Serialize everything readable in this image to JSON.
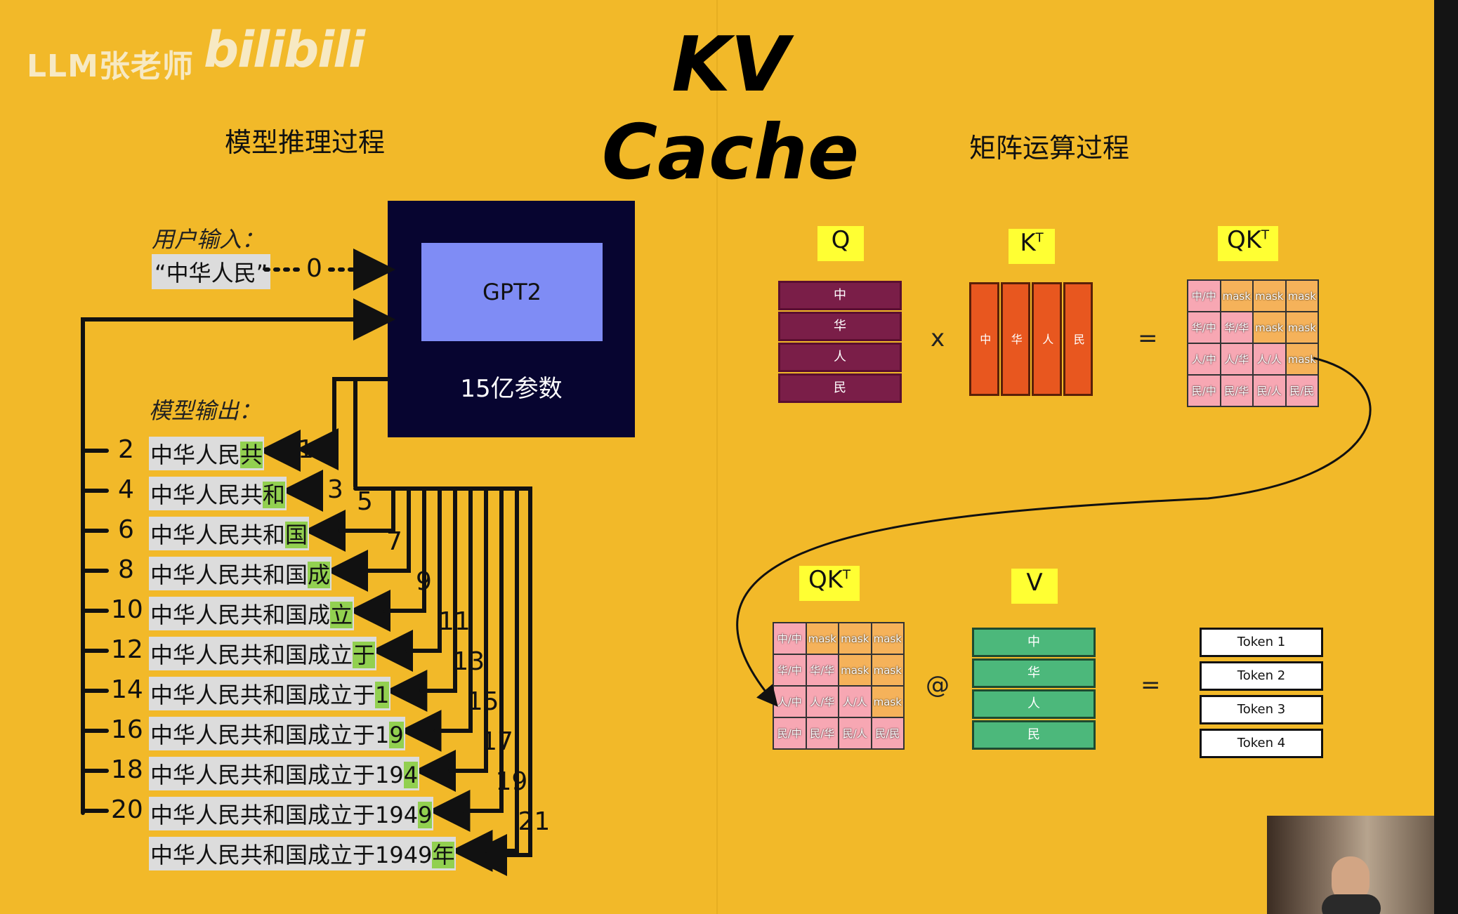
{
  "brand": {
    "name": "LLM张老师",
    "logo": "bilibili"
  },
  "title": "KV Cache",
  "left": {
    "subtitle": "模型推理过程",
    "user_input_label": "用户输入：",
    "user_input_value": "“中华人民”",
    "input_step": "0",
    "model": {
      "name": "GPT2",
      "params": "15亿参数"
    },
    "output_label": "模型输出：",
    "rows": [
      {
        "left_num": "2",
        "prefix": "中华人民",
        "new": "共",
        "right_num": "1"
      },
      {
        "left_num": "4",
        "prefix": "中华人民共",
        "new": "和",
        "right_num": "3"
      },
      {
        "left_num": "6",
        "prefix": "中华人民共和",
        "new": "国",
        "right_num": "5"
      },
      {
        "left_num": "8",
        "prefix": "中华人民共和国",
        "new": "成",
        "right_num": "7"
      },
      {
        "left_num": "10",
        "prefix": "中华人民共和国成",
        "new": "立",
        "right_num": "9"
      },
      {
        "left_num": "12",
        "prefix": "中华人民共和国成立",
        "new": "于",
        "right_num": "11"
      },
      {
        "left_num": "14",
        "prefix": "中华人民共和国成立于",
        "new": "1",
        "right_num": "13"
      },
      {
        "left_num": "16",
        "prefix": "中华人民共和国成立于1",
        "new": "9",
        "right_num": "15"
      },
      {
        "left_num": "18",
        "prefix": "中华人民共和国成立于19",
        "new": "4",
        "right_num": "17"
      },
      {
        "left_num": "20",
        "prefix": "中华人民共和国成立于194",
        "new": "9",
        "right_num": "19"
      },
      {
        "left_num": "",
        "prefix": "中华人民共和国成立于1949",
        "new": "年",
        "right_num": "21"
      }
    ]
  },
  "right": {
    "subtitle": "矩阵运算过程",
    "q_label": "Q",
    "kt_label": "K",
    "kt_sup": "T",
    "qkt_label": "QK",
    "qkt_sup": "T",
    "v_label": "V",
    "op_times": "x",
    "op_at": "@",
    "op_eq": "=",
    "tokens": [
      "中",
      "华",
      "人",
      "民"
    ],
    "qkt_matrix": [
      [
        "中/中",
        "mask",
        "mask",
        "mask"
      ],
      [
        "华/中",
        "华/华",
        "mask",
        "mask"
      ],
      [
        "人/中",
        "人/华",
        "人/人",
        "mask"
      ],
      [
        "民/中",
        "民/华",
        "民/人",
        "民/民"
      ]
    ],
    "output_tokens": [
      "Token 1",
      "Token 2",
      "Token 3",
      "Token 4"
    ]
  },
  "colors": {
    "background": "#f2b929",
    "q": "#7a1e48",
    "k": "#e8571f",
    "v": "#4cb87b",
    "mask": "#f5b25a",
    "visible": "#f7a7b3",
    "highlight": "#92d050",
    "gpt_box": "#070530",
    "gpt_inner": "#7f8cf5"
  }
}
